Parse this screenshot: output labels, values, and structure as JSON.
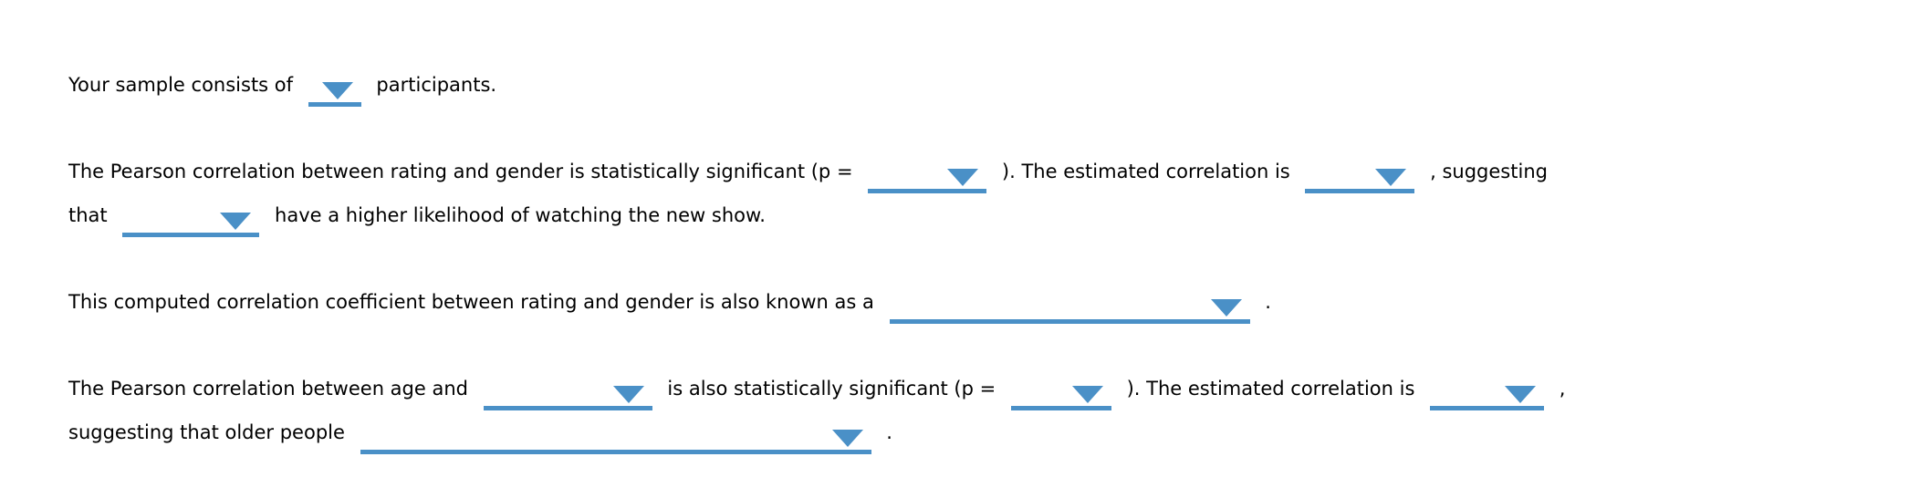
{
  "page": {
    "background_color": "#ffffff",
    "text_color": "#000000",
    "accent_color": "#4A90C7",
    "description": "Statistics quiz fill-in-the-blank sentences with collapsed dropdown selectors"
  },
  "p1": {
    "seg1": "Your sample consists of",
    "seg2": "participants."
  },
  "p2": {
    "seg1": "The Pearson correlation between rating and gender is statistically significant (p =",
    "seg2": "). The estimated correlation is",
    "seg3": ", suggesting",
    "seg4": "that",
    "seg5": "have a higher likelihood of watching the new show."
  },
  "p3": {
    "seg1": "This computed correlation coefficient between rating and gender is also known as a",
    "seg2": "."
  },
  "p4": {
    "seg1": "The Pearson correlation between age and",
    "seg2": "is also statistically significant (p =",
    "seg3": "). The estimated correlation is",
    "seg4": ",",
    "seg5": "suggesting that older people",
    "seg6": "."
  },
  "dropdowns": {
    "state": "collapsed",
    "icon": "dropdown-arrow-icon"
  }
}
